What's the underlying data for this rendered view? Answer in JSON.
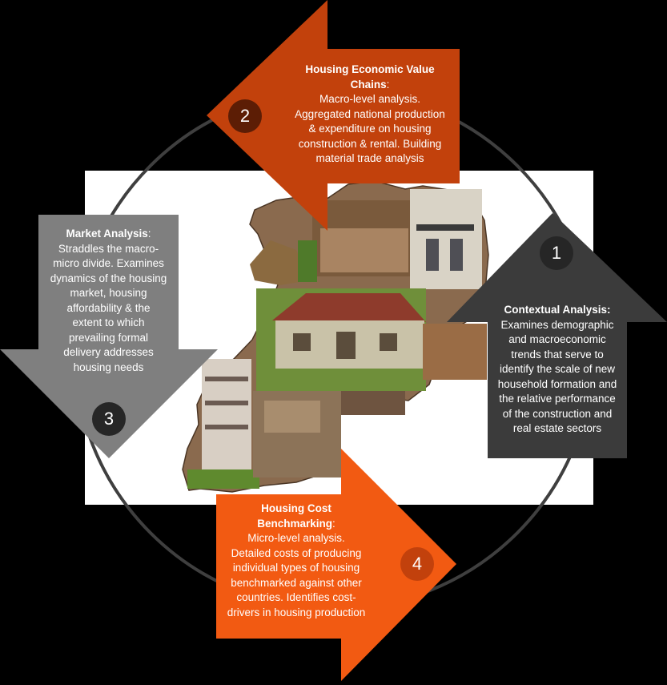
{
  "steps": [
    {
      "number": "1",
      "heading": "Contextual Analysis:",
      "lines": [
        "Examines demographic",
        "and macroeconomic",
        "trends that serve to",
        "identify the scale of new",
        "household formation and",
        "the relative performance",
        "of the construction and",
        "real estate sectors"
      ]
    },
    {
      "number": "2",
      "heading_lines": [
        "Housing Economic Value",
        "Chains"
      ],
      "heading_suffix": ":",
      "lines": [
        "Macro-level analysis.",
        "Aggregated national production",
        "& expenditure on housing",
        "construction & rental. Building",
        "material trade analysis"
      ]
    },
    {
      "number": "3",
      "heading": "Market Analysis",
      "heading_suffix": ":",
      "lines": [
        "Straddles  the macro-",
        "micro divide.  Examines",
        "dynamics of the housing",
        "market,  housing",
        "affordability & the",
        "extent to which",
        "prevailing formal",
        "delivery addresses",
        "housing needs"
      ]
    },
    {
      "number": "4",
      "heading_lines": [
        "Housing Cost",
        "Benchmarking"
      ],
      "heading_suffix": ":",
      "lines": [
        "Micro-level analysis.",
        "Detailed costs of producing",
        "individual types of housing",
        "benchmarked against other",
        "countries.  Identifies cost-",
        "drivers in housing production"
      ]
    }
  ],
  "colors": {
    "background": "#000000",
    "ring": "#3f3f3f",
    "arrow_contextual": "#3b3b3b",
    "arrow_value_chains": "#c2410c",
    "arrow_market": "#7f7f7f",
    "arrow_benchmarking": "#f25a12",
    "badge_contextual": "#262626",
    "badge_value_chains": "#5c1d05",
    "badge_market": "#262626",
    "badge_benchmarking": "#c2410c"
  }
}
